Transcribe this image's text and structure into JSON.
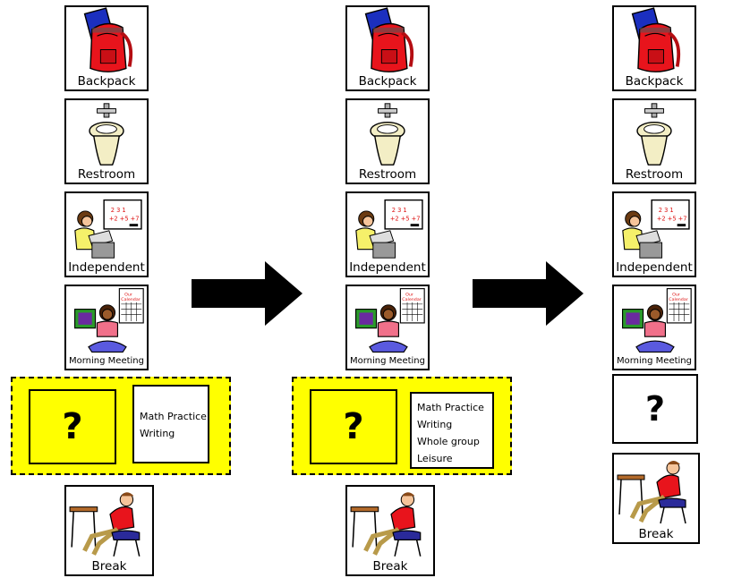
{
  "cards": {
    "backpack": "Backpack",
    "restroom": "Restroom",
    "independent": "Independent",
    "morning_meeting": "Morning Meeting",
    "break": "Break"
  },
  "question_mark": "?",
  "worksheet": {
    "digits_top": [
      "2",
      "3",
      "1"
    ],
    "digits_bottom": [
      "+2",
      "+5",
      "+7"
    ]
  },
  "calendar_text": "Our Calendar",
  "choices_short": [
    "Math Practice",
    "Writing"
  ],
  "choices_full": [
    "Math Practice",
    "Writing",
    "Whole group",
    "Leisure"
  ],
  "colors": {
    "highlight": "#ffff00",
    "arrow": "#000000",
    "backpack_red": "#e8141c"
  }
}
